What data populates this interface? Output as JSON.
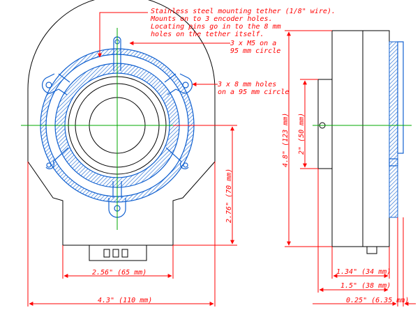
{
  "annotations": {
    "tether_note_1": "Stainless steel mounting tether (1/8\" wire).",
    "tether_note_2": "Mounts on to 3 encoder holes.",
    "tether_note_3": "Locating pins go in to the 8 mm",
    "tether_note_4": "holes on the tether itself.",
    "m5_note_1": "3 x M5 on a",
    "m5_note_2": "95 mm circle",
    "holes8_note_1": "3 x 8 mm holes",
    "holes8_note_2": "on a 95 mm circle"
  },
  "dimensions": {
    "width_110": "4.3\" (110 mm)",
    "width_65": "2.56\" (65 mm)",
    "height_70": "2.76\" (70 mm)",
    "height_123": "4.8\" (123 mm)",
    "height_50": "2\" (50 mm)",
    "depth_34": "1.34\" (34 mm)",
    "depth_38": "1.5\" (38 mm)",
    "thick_635": "0.25\" (6.35 mm)"
  },
  "colors": {
    "outline": "#000000",
    "part": "#1060d0",
    "centerline": "#00aa00",
    "dimension": "#ff0000"
  }
}
